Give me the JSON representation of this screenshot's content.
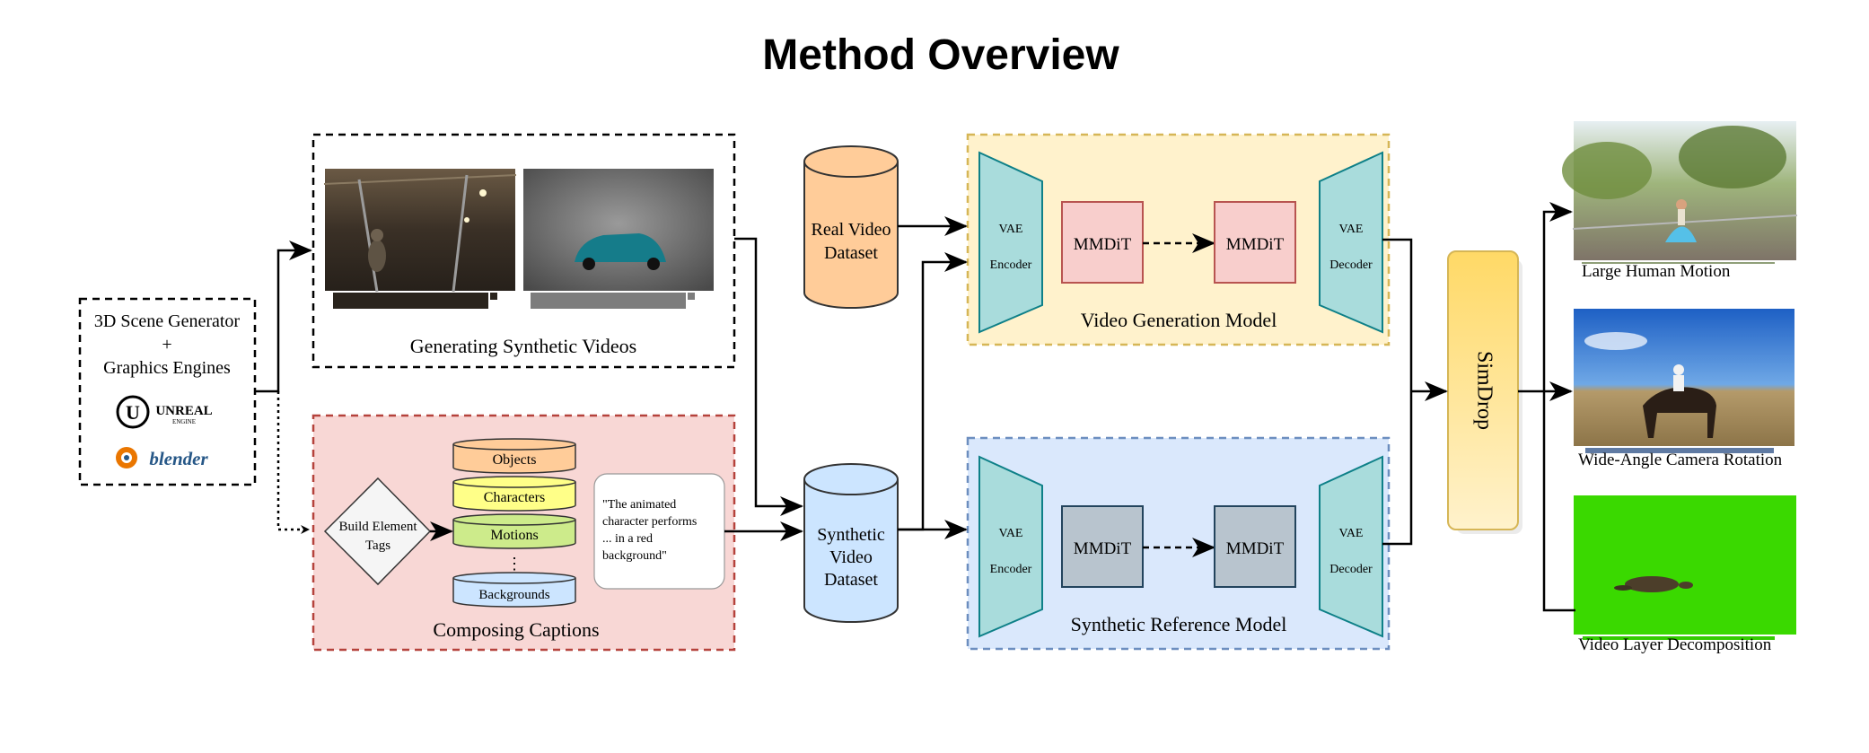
{
  "title": "Method Overview",
  "source": {
    "line1": "3D Scene Generator",
    "plus": "+",
    "line2": "Graphics Engines",
    "unreal_logo": "UNREAL",
    "unreal_sub": "ENGINE",
    "blender_logo": "blender"
  },
  "synthetic_videos": {
    "label": "Generating Synthetic Videos"
  },
  "captions": {
    "label": "Composing Captions",
    "build_tags": [
      "Build Element",
      "Tags"
    ],
    "tags": [
      "Objects",
      "Characters",
      "Motions",
      "Backgrounds"
    ],
    "ellipsis": "⋮",
    "example_caption": [
      "\"The animated",
      "character performs",
      "... in a red",
      "background\""
    ]
  },
  "real_dataset": {
    "lines": [
      "Real Video",
      "Dataset"
    ]
  },
  "synthetic_dataset": {
    "lines": [
      "Synthetic",
      "Video",
      "Dataset"
    ]
  },
  "video_generation": {
    "label": "Video Generation Model",
    "encoder": [
      "VAE",
      "Encoder"
    ],
    "decoder": [
      "VAE",
      "Decoder"
    ],
    "block_a": "MMDiT",
    "block_b": "MMDiT"
  },
  "synthetic_reference": {
    "label": "Synthetic Reference Model",
    "encoder": [
      "VAE",
      "Encoder"
    ],
    "decoder": [
      "VAE",
      "Decoder"
    ],
    "block_a": "MMDiT",
    "block_b": "MMDiT"
  },
  "simdrop": {
    "label": "SimDrop"
  },
  "outputs": [
    {
      "label": "Large Human Motion"
    },
    {
      "label": "Wide-Angle Camera Rotation"
    },
    {
      "label": "Video Layer Decomposition"
    }
  ],
  "colors": {
    "captions_bg": "#f8d7d5",
    "captions_border": "#b5423c",
    "gen_bg": "#fff2cc",
    "gen_border": "#d6b656",
    "ref_bg": "#dae8fc",
    "ref_border": "#6c8ebf",
    "vae_fill": "#a9dcdc",
    "mmdit_gen_fill": "#f8cecc",
    "mmdit_gen_border": "#b85450",
    "mmdit_ref_fill": "#b8c4ce",
    "mmdit_ref_border": "#23445d",
    "real_cyl": "#ffcc99",
    "syn_cyl": "#cce5ff",
    "simdrop_top": "#ffd966",
    "simdrop_bottom": "#fff2cc",
    "tag_objects": "#ffcc99",
    "tag_characters": "#ffff88",
    "tag_motions": "#cdeb8b",
    "tag_backgrounds": "#cce5ff"
  }
}
